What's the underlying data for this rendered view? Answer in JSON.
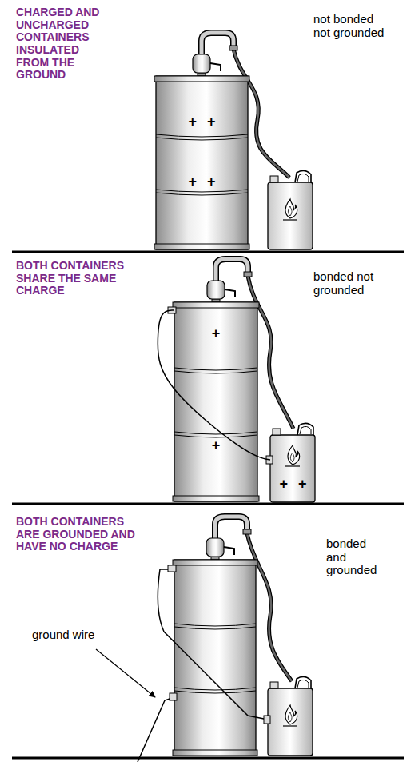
{
  "diagram": {
    "nodes": [
      {
        "text": [
          "+ +",
          "+ +"
        ]
      },
      {
        "text": [
          "+",
          "+"
        ]
      },
      {
        "text": [
          "+ +"
        ]
      }
    ],
    "edges": [
      {
        "from": 1,
        "to": 2,
        "arrow": "none"
      }
    ],
    "labels": [
      "CHARGED AND UNCHARGED CONTAINERS INSULATED FROM THE GROUND",
      "not bonded not grounded",
      "BOTH CONTAINERS SHARE THE SAME CHARGE",
      "bonded not grounded",
      "BOTH CONTAINERS ARE GROUNDED AND HAVE NO CHARGE",
      "bonded and grounded",
      "ground wire"
    ]
  }
}
